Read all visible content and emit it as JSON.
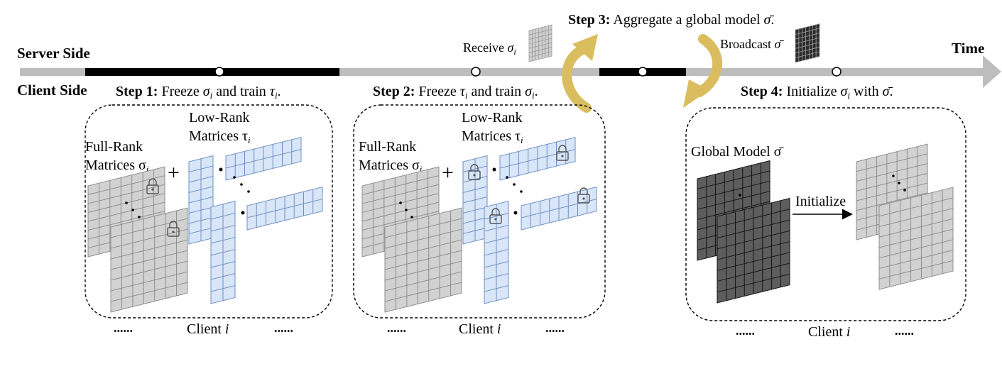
{
  "timeline": {
    "server_label": "Server Side",
    "client_label": "Client Side",
    "time_label": "Time",
    "receive_label": "Receive",
    "broadcast_label": "Broadcast"
  },
  "steps": {
    "step1": {
      "prefix": "Step 1:",
      "text": "Freeze σ",
      "tail": "and train τ",
      "end": "."
    },
    "step2": {
      "prefix": "Step 2:",
      "text": "Freeze τ",
      "tail": "and train σ",
      "end": "."
    },
    "step3": {
      "prefix": "Step 3:",
      "text": "Aggregate a global model σ̄."
    },
    "step4": {
      "prefix": "Step 4:",
      "text": "Initialize σ",
      "tail": "with σ̄."
    }
  },
  "panels": {
    "full_rank_line1": "Full-Rank",
    "full_rank_line2": "Matrices σ",
    "low_rank_line1": "Low-Rank",
    "low_rank_line2": "Matrices τ",
    "subscript_i": "i",
    "global_model": "Global Model σ̄",
    "initialize": "Initialize",
    "client_label": "Client",
    "client_index": "i",
    "ellipsis": "......"
  },
  "colors": {
    "server_track": "#bdbdbd",
    "active_segment": "#000000",
    "gray_matrix": "#d2d2d2",
    "gray_matrix_stroke": "#8e8e8e",
    "blue_matrix": "#d8e6f8",
    "blue_matrix_stroke": "#6f8fc4",
    "dark_matrix": "#5d5d5d",
    "gold_arrow": "#d9bd5f"
  },
  "icons": {
    "lock": "lock-icon",
    "arrow": "arrow-right-icon"
  }
}
